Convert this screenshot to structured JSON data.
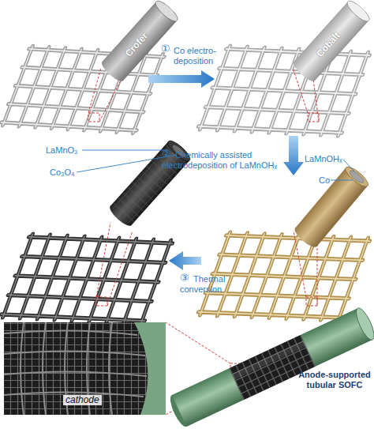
{
  "diagram": {
    "nodes": [
      {
        "text": [
          "Crofer"
        ]
      },
      {
        "text": [
          "Cobalt"
        ]
      }
    ],
    "labels": [
      "①",
      "Co electro- deposition",
      "②",
      "Chemically assisted electrodeposition of LaMnOHₓ",
      "LaMnOHₓ",
      "Co",
      "LaMnO₃",
      "Co₃O₄",
      "③",
      "Thermal conversion",
      "cathode",
      "Anode-supported tubular SOFC"
    ]
  }
}
